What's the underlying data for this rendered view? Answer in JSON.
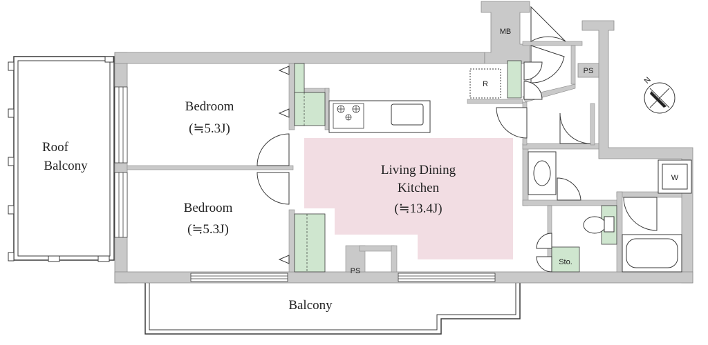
{
  "colors": {
    "wall": "#c9c9c9",
    "wall_edge": "#8a8a8a",
    "ldk_fill": "#f2dde3",
    "storage_fill": "#cfe6cf",
    "line": "#3a3a3a"
  },
  "rooms": {
    "roof_balcony": {
      "line1": "Roof",
      "line2": "Balcony"
    },
    "bedroom_1": {
      "name": "Bedroom",
      "area": "(≒5.3J)"
    },
    "bedroom_2": {
      "name": "Bedroom",
      "area": "(≒5.3J)"
    },
    "ldk": {
      "line1": "Living Dining",
      "line2": "Kitchen",
      "area": "(≒13.4J)"
    },
    "balcony": {
      "name": "Balcony"
    }
  },
  "labels": {
    "mb": "MB",
    "ps_top": "PS",
    "ps_bottom": "PS",
    "refrigerator": "R",
    "washer": "W",
    "storage": "Sto.",
    "north": "N"
  },
  "icons": {
    "compass": "compass-icon",
    "stove": "stove-icon",
    "sink": "sink-icon",
    "toilet": "toilet-icon",
    "bathtub": "bathtub-icon",
    "washbasin": "washbasin-icon"
  }
}
